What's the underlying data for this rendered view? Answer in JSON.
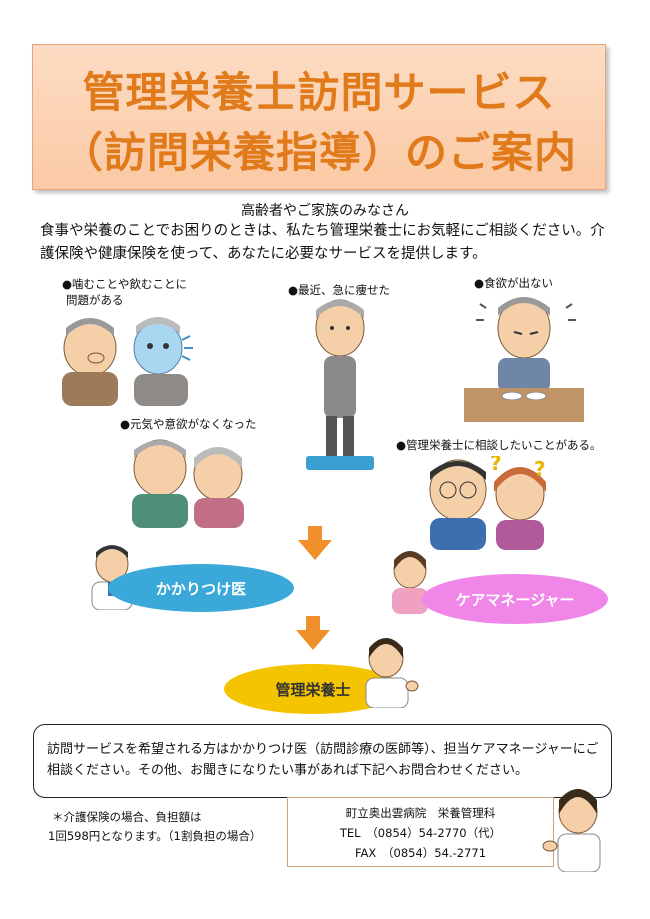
{
  "title": {
    "line1": "管理栄養士訪問サービス",
    "line2": "（訪問栄養指導）のご案内"
  },
  "greeting": "高齢者やご家族のみなさん",
  "intro": "食事や栄養のことでお困りのときは、私たち管理栄養士にお気軽にご相談ください。介護保険や健康保険を使って、あなたに必要なサービスを提供します。",
  "symptoms": {
    "chewing_line1": "●噛むことや飲むことに",
    "chewing_line2": "問題がある",
    "weight_loss": "●最近、急に痩せた",
    "no_appetite": "●食欲が出ない",
    "low_energy": "●元気や意欲がなくなった",
    "consult": "●管理栄養士に相談したいことがある。"
  },
  "flow": {
    "doctor": "かかりつけ医",
    "care_manager": "ケアマネージャー",
    "dietitian": "管理栄養士"
  },
  "notice": "訪問サービスを希望される方はかかりつけ医（訪問診療の医師等）、担当ケアマネージャーにご相談ください。その他、お聞きになりたい事があれば下記へお問合わせください。",
  "footnote": {
    "line1": "＊介護保険の場合、負担額は",
    "line2": "1回598円となります。（1割負担の場合）"
  },
  "contact": {
    "org": "町立奥出雲病院　栄養管理科",
    "tel": "TEL　（0854）54-2770（代）",
    "fax": "FAX　（0854）54.-2771"
  },
  "colors": {
    "title_text": "#e07a1a",
    "title_bg": "#fbc9a5",
    "doctor_pill": "#3aa8d8",
    "care_manager_pill": "#ef86e8",
    "dietitian_pill": "#f5c400",
    "arrow": "#f0902a"
  },
  "icons": [
    "choking-elderly-icon",
    "thin-elderly-on-scale-icon",
    "no-appetite-elderly-icon",
    "sad-elderly-couple-icon",
    "confused-couple-icon",
    "doctor-icon",
    "care-manager-icon",
    "dietitian-icon",
    "down-arrow-icon"
  ]
}
